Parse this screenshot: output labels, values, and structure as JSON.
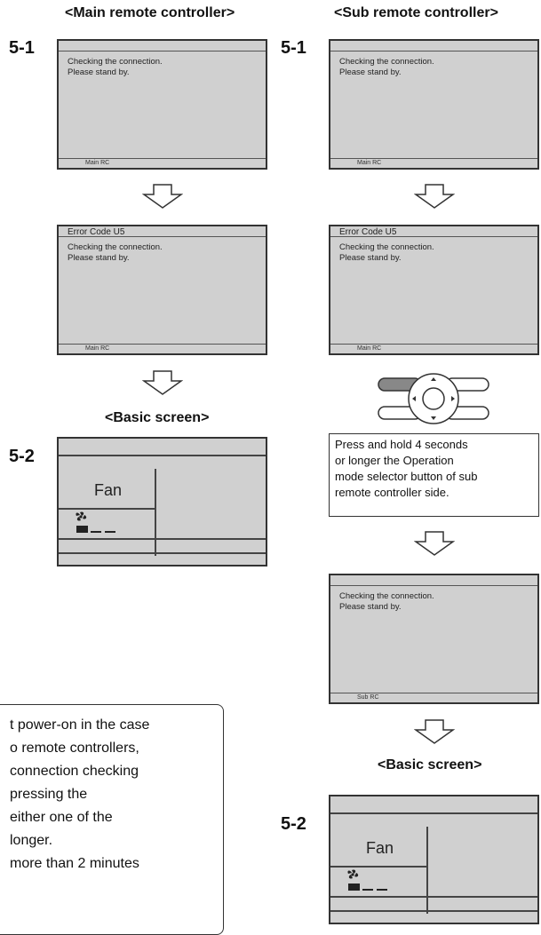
{
  "main_column": {
    "heading": "<Main remote controller>",
    "step1_label": "5-1",
    "screen1": {
      "title": "",
      "lines": [
        "Checking the connection.",
        "Please stand by."
      ],
      "footer": "Main RC"
    },
    "screen2": {
      "title": "Error Code U5",
      "lines": [
        "Checking the connection.",
        "Please stand by."
      ],
      "footer": "Main RC"
    },
    "basic_heading": "<Basic screen>",
    "step2_label": "5-2",
    "basic_screen": {
      "mode": "Fan"
    }
  },
  "sub_column": {
    "heading": "<Sub remote controller>",
    "step1_label": "5-1",
    "screen1": {
      "title": "",
      "lines": [
        "Checking the connection.",
        "Please stand by."
      ],
      "footer": "Main RC"
    },
    "screen2": {
      "title": "Error Code U5",
      "lines": [
        "Checking the connection.",
        "Please stand by."
      ],
      "footer": "Main RC"
    },
    "instruction": [
      "Press and hold 4 seconds",
      "or longer the Operation",
      "mode selector button of sub",
      "remote controller side."
    ],
    "screen3": {
      "title": "",
      "lines": [
        "Checking the connection.",
        "Please stand by."
      ],
      "footer": "Sub RC"
    },
    "basic_heading": "<Basic screen>",
    "step2_label": "5-2",
    "basic_screen": {
      "mode": "Fan"
    }
  },
  "note": {
    "lines": [
      "t power-on in the case",
      "o remote controllers,",
      " connection checking",
      "",
      " pressing the",
      "either one of the",
      " longer.",
      " more than 2 minutes"
    ]
  }
}
